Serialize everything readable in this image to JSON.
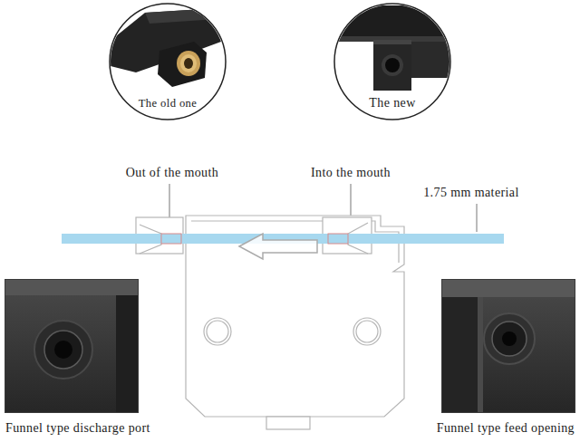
{
  "diagram": {
    "nodes": [
      {
        "text": [
          "The old one"
        ]
      },
      {
        "text": [
          "The new"
        ]
      },
      {
        "text": [
          "Funnel type discharge port"
        ]
      },
      {
        "text": [
          "Funnel type feed opening"
        ]
      }
    ],
    "labels": [
      "Out of the mouth",
      "Into the mouth",
      "1.75 mm material"
    ]
  }
}
